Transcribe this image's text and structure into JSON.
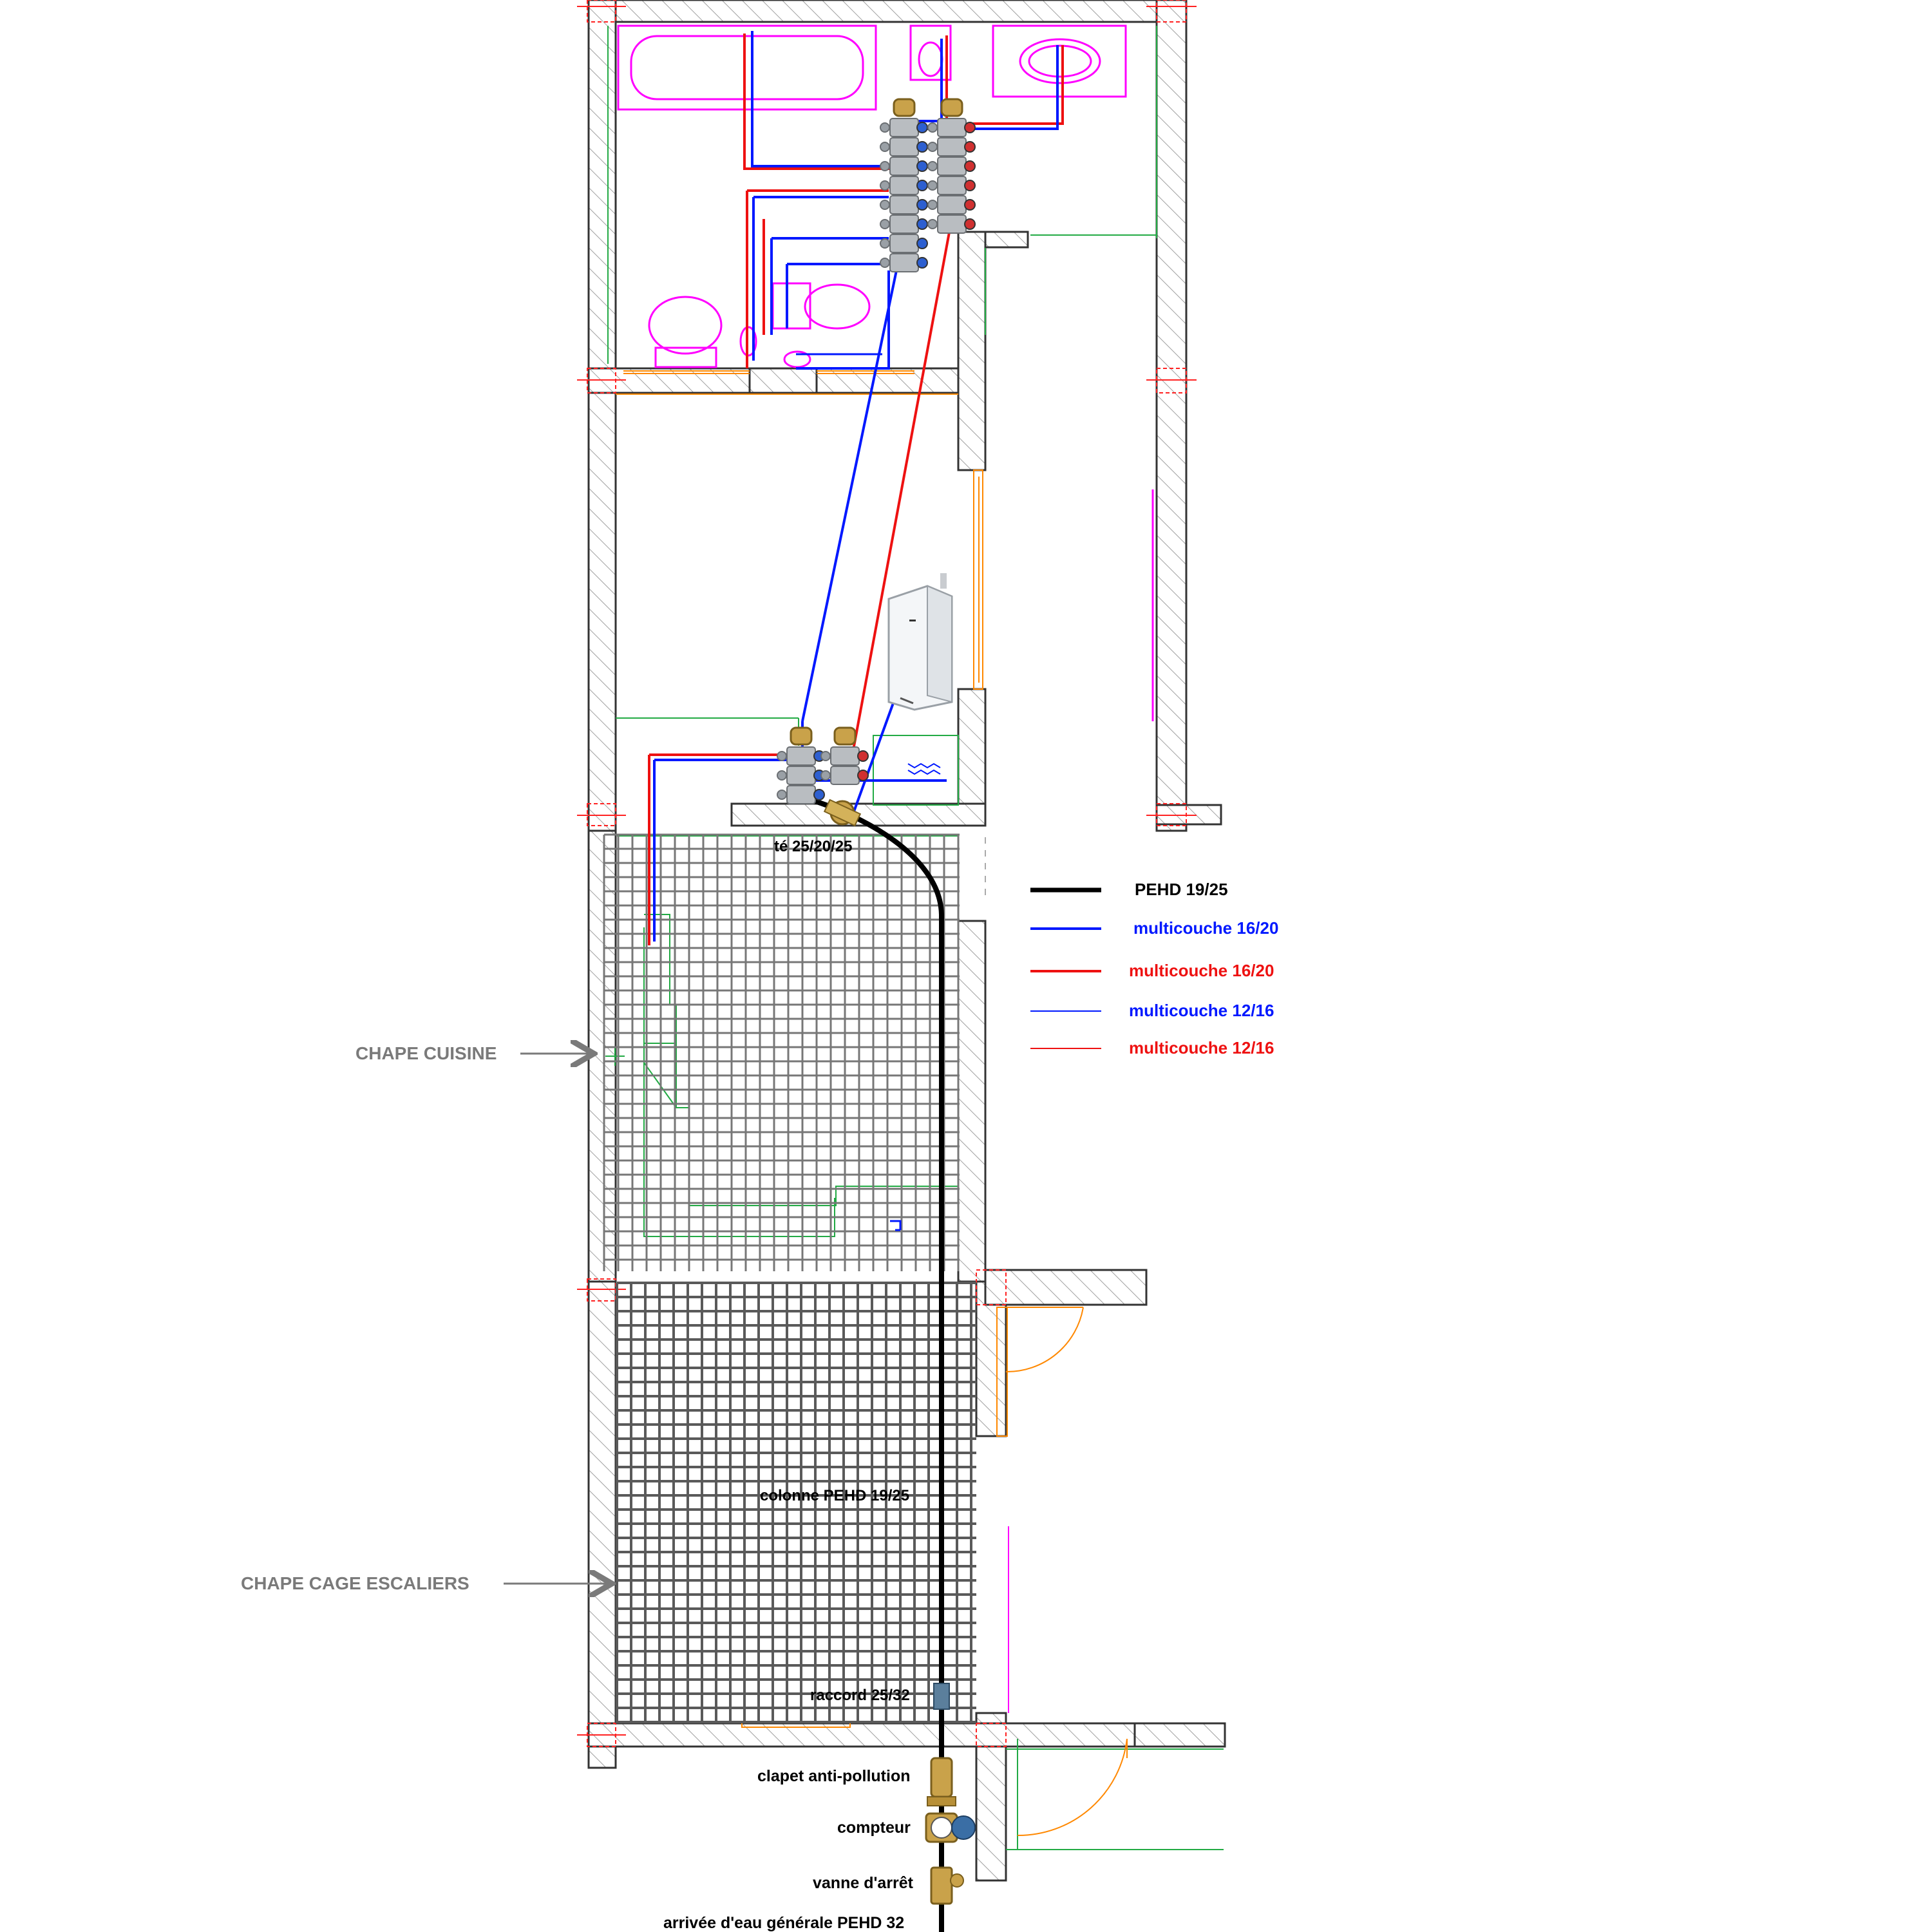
{
  "side_labels": {
    "kitchen_screed": "CHAPE CUISINE",
    "stairwell_screed": "CHAPE CAGE ESCALIERS"
  },
  "pipe_labels": {
    "tee": "té 25/20/25",
    "column": "colonne PEHD 19/25",
    "coupling": "raccord 25/32",
    "backflow_valve": "clapet anti-pollution",
    "meter": "compteur",
    "stop_valve": "vanne d'arrêt",
    "main_supply": "arrivée d'eau générale PEHD 32"
  },
  "legend": [
    {
      "label": "PEHD 19/25",
      "color": "#000000",
      "text_color": "#000000",
      "weight": "thick"
    },
    {
      "label": "multicouche 16/20",
      "color": "#0018ff",
      "text_color": "#0018ff",
      "weight": "medium"
    },
    {
      "label": "multicouche 16/20",
      "color": "#ee1111",
      "text_color": "#ee1111",
      "weight": "medium"
    },
    {
      "label": "multicouche 12/16",
      "color": "#0018ff",
      "text_color": "#0018ff",
      "weight": "thin"
    },
    {
      "label": "multicouche 12/16",
      "color": "#ee1111",
      "text_color": "#ee1111",
      "weight": "thin"
    }
  ],
  "colors": {
    "wall_outline": "#333333",
    "hatch": "#9a9a9a",
    "fixtures": "#ff00ff",
    "green_lines": "#22aa44",
    "orange_lines": "#ff8800",
    "grid": "#777777",
    "axis_marks": "#ff2222"
  }
}
